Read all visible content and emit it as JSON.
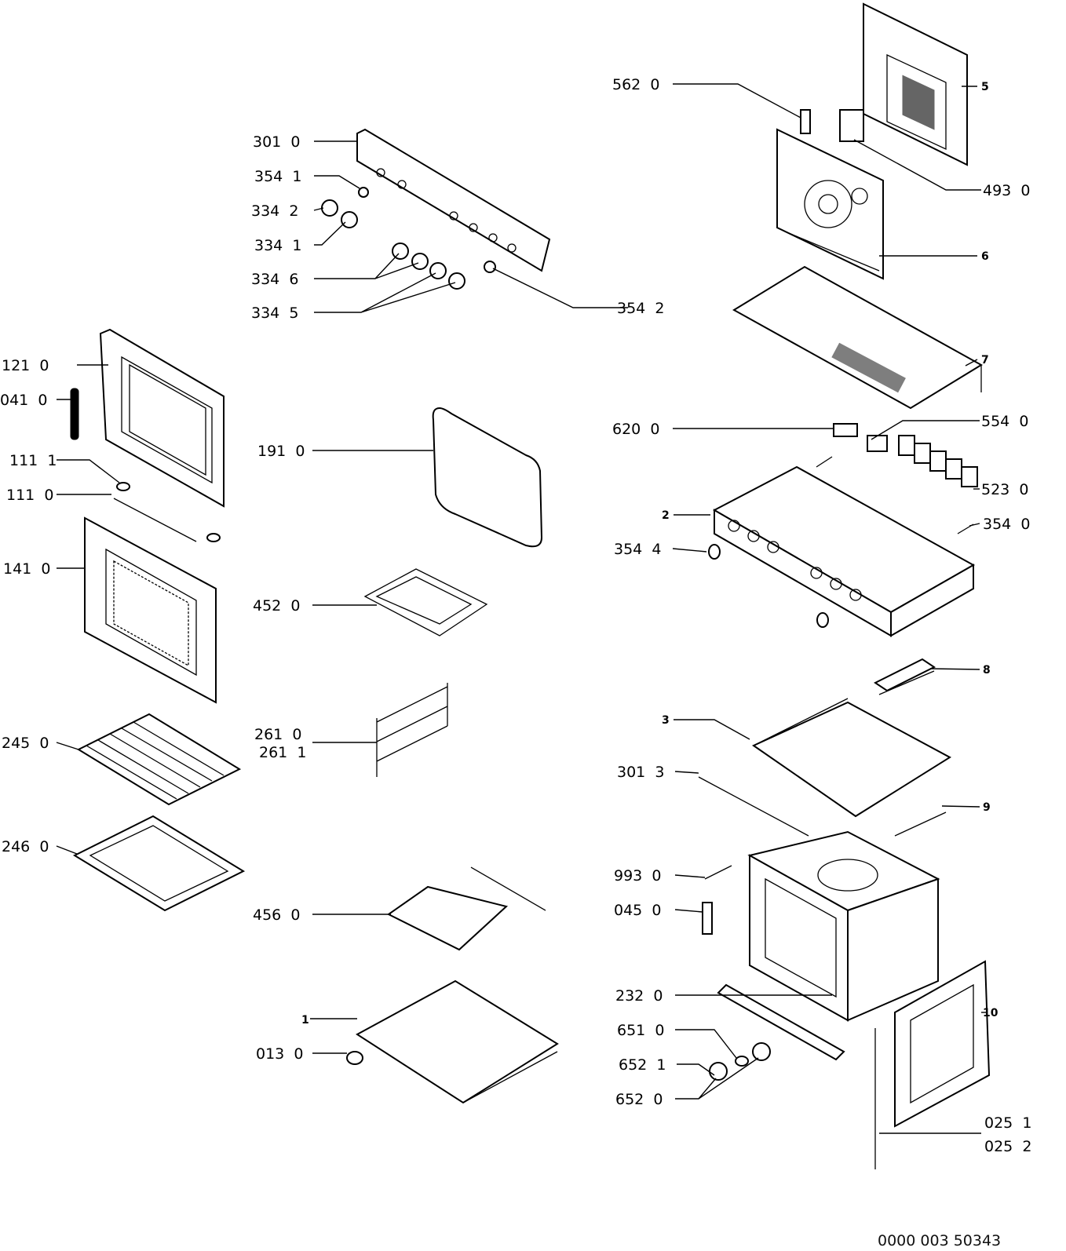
{
  "diagram": {
    "callouts": [
      "562  0",
      "301  0",
      "354  1",
      "334  2",
      "334  1",
      "334  6",
      "334  5",
      "354  2",
      "121  0",
      "041  0",
      "111  1",
      "111  0",
      "141  0",
      "245  0",
      "246  0",
      "191  0",
      "452  0",
      "261  0",
      "261  1",
      "456  0",
      "1",
      "013  0",
      "493  0",
      "5",
      "6",
      "7",
      "620  0",
      "554  0",
      "523  0",
      "354  0",
      "2",
      "354  4",
      "8",
      "3",
      "301  3",
      "9",
      "993  0",
      "045  0",
      "232  0",
      "651  0",
      "652  1",
      "652  0",
      "10",
      "025  1",
      "025  2"
    ],
    "drawing_code": "0000 003 50343"
  }
}
